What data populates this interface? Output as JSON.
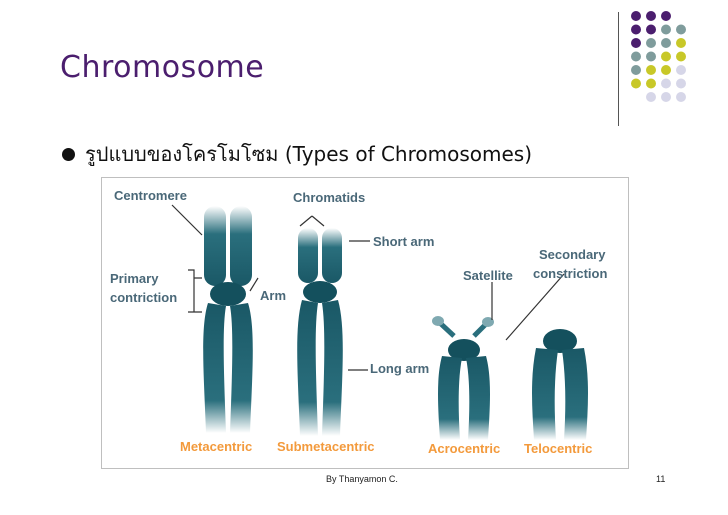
{
  "slide": {
    "title": "Chromosome",
    "bullet_text": "รูปแบบของโครโมโซม (Types of Chromosomes)",
    "footer": "By Thanyamon C.",
    "page_number": "11"
  },
  "figure": {
    "labels": {
      "centromere": "Centromere",
      "chromatids": "Chromatids",
      "short_arm": "Short arm",
      "primary_line1": "Primary",
      "primary_line2": "contriction",
      "arm": "Arm",
      "long_arm": "Long arm",
      "satellite": "Satellite",
      "secondary_line1": "Secondary",
      "secondary_line2": "constriction"
    },
    "types": {
      "metacentric": "Metacentric",
      "submetacentric": "Submetacentric",
      "acrocentric": "Acrocentric",
      "telocentric": "Telocentric"
    }
  },
  "colors": {
    "title": "#4b1e6e",
    "chromosome": "#1d5f6d",
    "label": "#4a6878",
    "type_label": "#f39a3c",
    "dot_purple": "#4b1e6e",
    "dot_teal": "#7f9c9c",
    "dot_yellow": "#c8c828",
    "dot_lavender": "#d6d6e8"
  }
}
